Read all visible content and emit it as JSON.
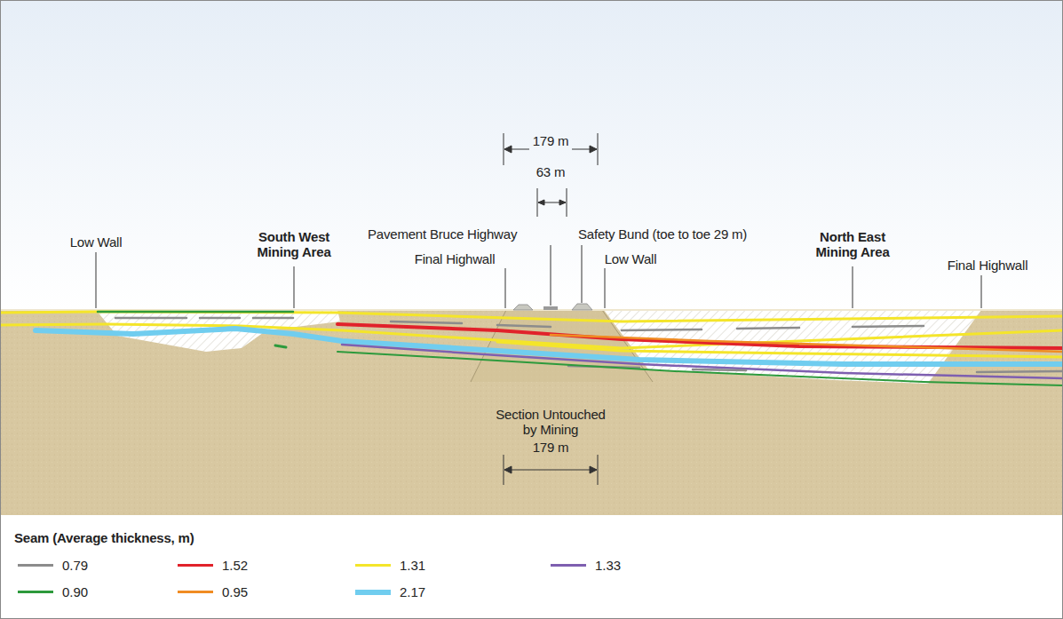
{
  "diagram": {
    "labels": [
      "179 m",
      "63 m",
      "Low Wall",
      "South West Mining Area",
      "Pavement Bruce Highway",
      "Final Highwall",
      "Safety Bund (toe to toe 29 m)",
      "Low Wall",
      "North East Mining Area",
      "Final Highwall",
      "Section Untouched by Mining",
      "179 m",
      "Seam (Average thickness, m)"
    ],
    "legend": [
      {
        "text": "0.79",
        "color": "#8c8c8c"
      },
      {
        "text": "1.52",
        "color": "#e1222b"
      },
      {
        "text": "1.31",
        "color": "#f4e52a"
      },
      {
        "text": "1.33",
        "color": "#7e5fb0"
      },
      {
        "text": "0.90",
        "color": "#2d9a3c"
      },
      {
        "text": "0.95",
        "color": "#f08c22"
      },
      {
        "text": "2.17",
        "color": "#70cdef"
      }
    ]
  }
}
